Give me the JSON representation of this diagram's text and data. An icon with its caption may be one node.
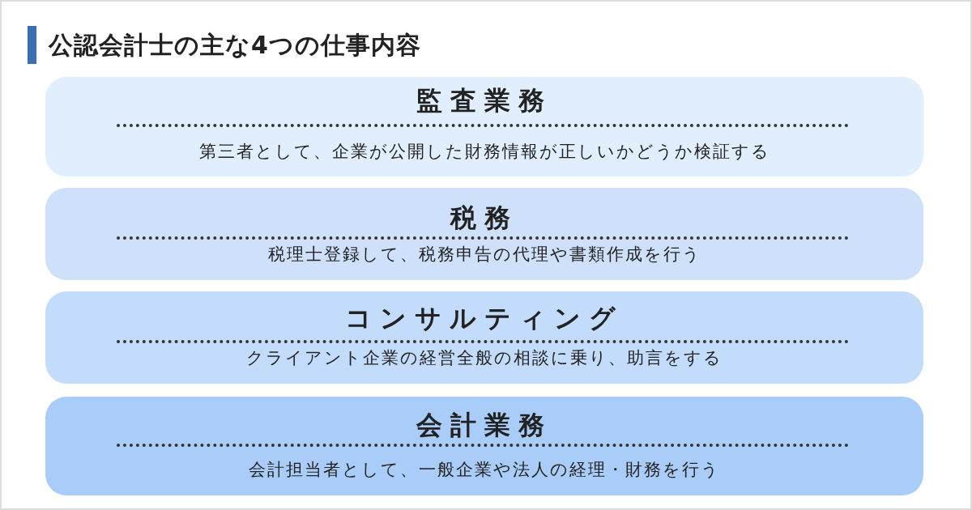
{
  "diagram": {
    "title": "公認会計士の主な4つの仕事内容",
    "nodes": [
      {
        "text": [
          "監査業務",
          "第三者として、企業が公開した財務情報が正しいかどうか検証する"
        ]
      },
      {
        "text": [
          "税務",
          "税理士登録して、税務申告の代理や書類作成を行う"
        ]
      },
      {
        "text": [
          "コンサルティング",
          "クライアント企業の経営全般の相談に乗り、助言をする"
        ]
      },
      {
        "text": [
          "会計業務",
          "会計担当者として、一般企業や法人の経理・財務を行う"
        ]
      }
    ]
  }
}
